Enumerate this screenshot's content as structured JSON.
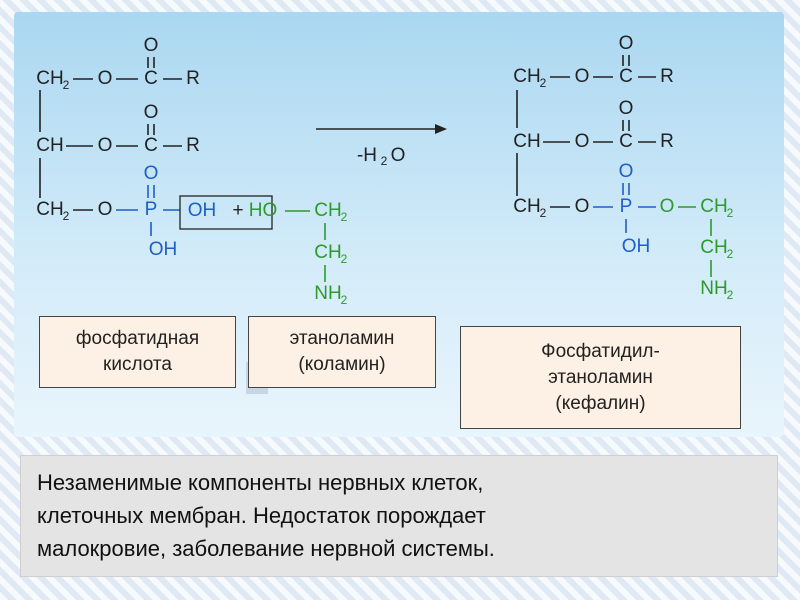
{
  "reaction": {
    "condition": "-H",
    "condition_sub": "2",
    "condition_tail": "O"
  },
  "atoms": {
    "ch2": "CH",
    "ch": "CH",
    "sub2": "2",
    "o": "O",
    "c": "C",
    "r": "R",
    "p": "P",
    "oh": "OH",
    "ho": "HO",
    "nh": "NH",
    "plus": "+"
  },
  "labels": {
    "phosphatidic_acid": [
      "фосфатидная",
      "кислота"
    ],
    "ethanolamine": [
      "этаноламин",
      "(коламин)"
    ],
    "cephalin": [
      "Фосфатидил-",
      "этаноламин",
      "(кефалин)"
    ]
  },
  "note": [
    "Незаменимые компоненты нервных клеток,",
    "клеточных мембран. Недостаток порождает",
    "малокровие, заболевание нервной системы."
  ],
  "colors": {
    "black": "#222222",
    "phosphate_blue": "#1e5ec6",
    "ethanolamine_green": "#2c9a2c",
    "label_fill": "#fdf0e4",
    "note_fill": "#e4e4e4"
  }
}
